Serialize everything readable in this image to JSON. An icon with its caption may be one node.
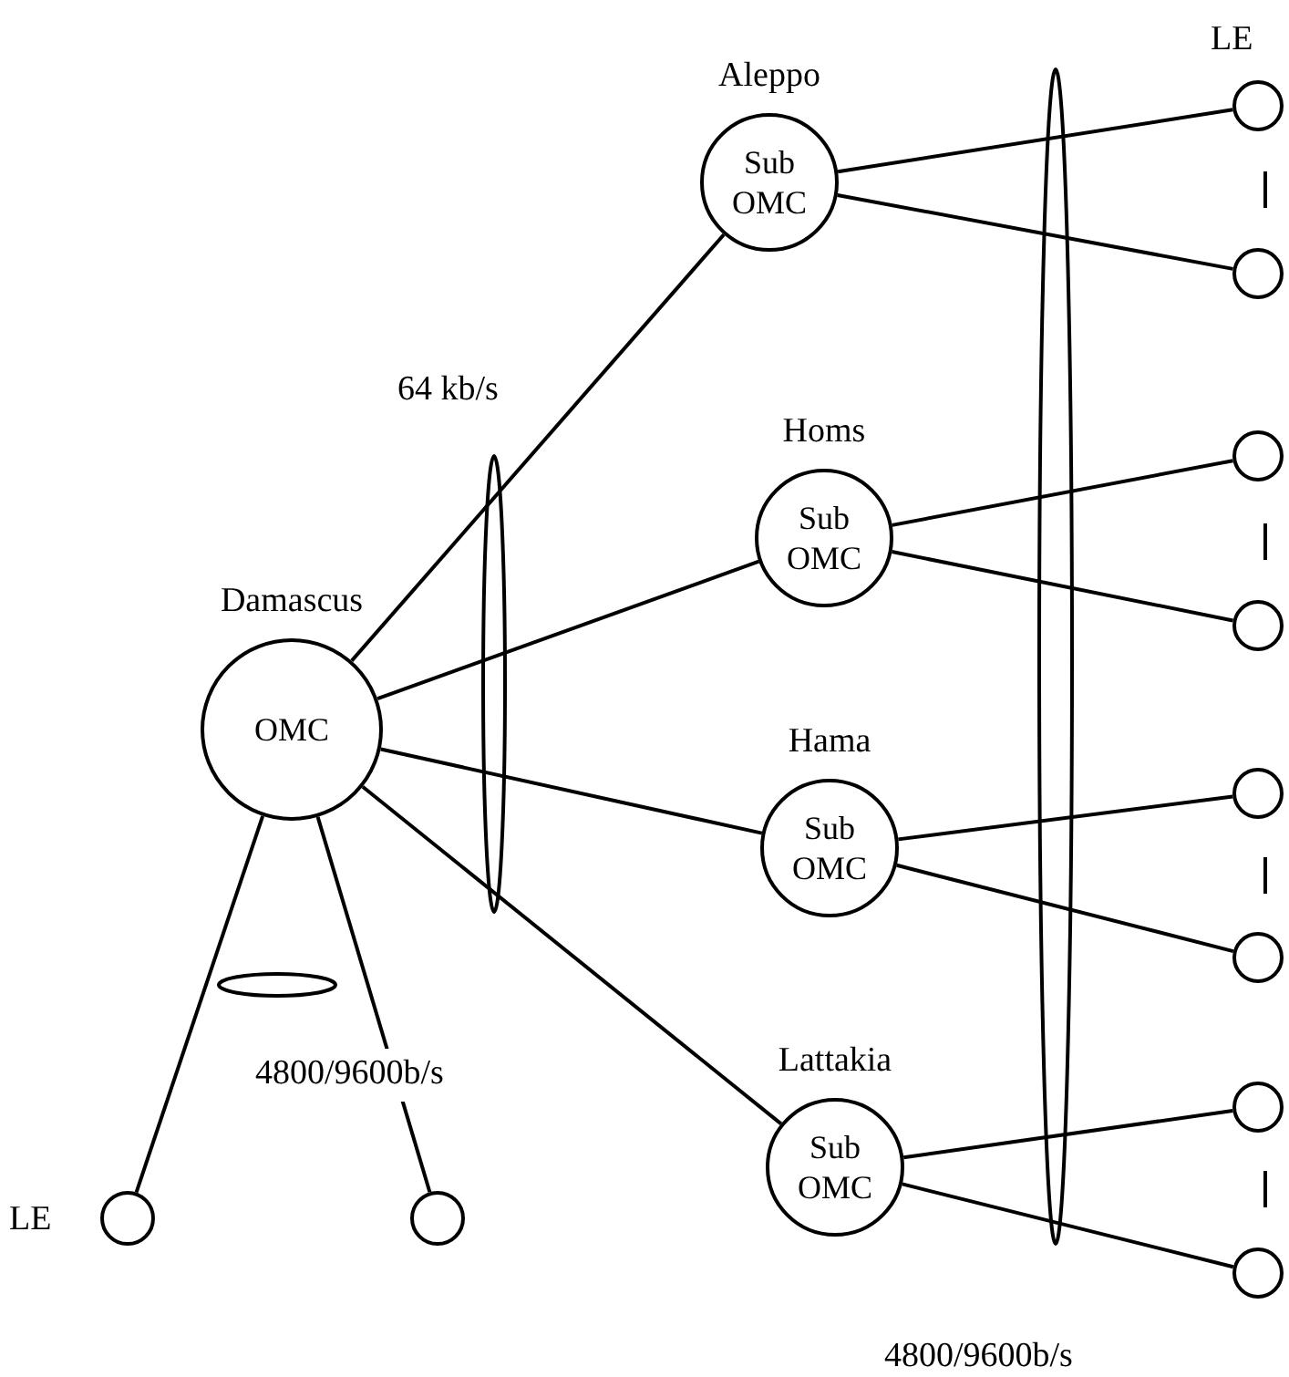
{
  "diagram": {
    "nodes": [
      {
        "text": [
          "Damascus",
          "OMC"
        ]
      },
      {
        "text": [
          "Aleppo",
          "Sub OMC"
        ]
      },
      {
        "text": [
          "Homs",
          "Sub OMC"
        ]
      },
      {
        "text": [
          "Hama",
          "Sub OMC"
        ]
      },
      {
        "text": [
          "Lattakia",
          "Sub OMC"
        ]
      },
      {
        "text": [],
        "shape": "circle",
        "beside": [
          "LE"
        ]
      },
      {
        "text": [],
        "shape": "circle"
      },
      {
        "text": [],
        "shape": "circle"
      },
      {
        "text": [],
        "shape": "circle"
      },
      {
        "text": [],
        "shape": "circle"
      },
      {
        "text": [],
        "shape": "circle"
      },
      {
        "text": [],
        "shape": "circle"
      },
      {
        "text": [],
        "shape": "circle"
      },
      {
        "text": [],
        "shape": "circle",
        "beside": [
          "LE"
        ]
      },
      {
        "text": [],
        "shape": "circle"
      }
    ],
    "edges": [
      {
        "from": 0,
        "to": 1,
        "arrow": "none"
      },
      {
        "from": 0,
        "to": 2,
        "arrow": "none"
      },
      {
        "from": 0,
        "to": 3,
        "arrow": "none"
      },
      {
        "from": 0,
        "to": 4,
        "arrow": "none"
      },
      {
        "from": 1,
        "to": 5,
        "arrow": "none"
      },
      {
        "from": 1,
        "to": 6,
        "arrow": "none"
      },
      {
        "from": 2,
        "to": 7,
        "arrow": "none"
      },
      {
        "from": 2,
        "to": 8,
        "arrow": "none"
      },
      {
        "from": 3,
        "to": 9,
        "arrow": "none"
      },
      {
        "from": 3,
        "to": 10,
        "arrow": "none"
      },
      {
        "from": 4,
        "to": 11,
        "arrow": "none"
      },
      {
        "from": 4,
        "to": 12,
        "arrow": "none"
      },
      {
        "from": 0,
        "to": 13,
        "arrow": "none"
      },
      {
        "from": 0,
        "to": 14,
        "arrow": "none"
      }
    ],
    "labels": [
      "64 kb/s",
      "4800/9600b/s",
      "4800/9600b/s"
    ]
  }
}
